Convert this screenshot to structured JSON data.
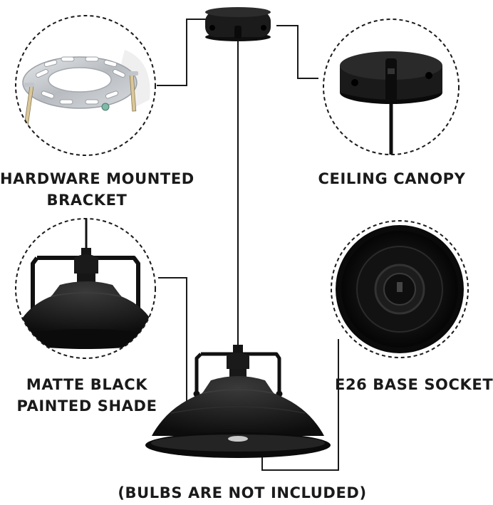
{
  "labels": {
    "bracket": [
      "HARDWARE MOUNTED",
      "BRACKET"
    ],
    "canopy": "CEILING CANOPY",
    "shade": [
      "MATTE BLACK",
      "PAINTED SHADE"
    ],
    "socket": "E26 BASE SOCKET",
    "note": "(BULBS ARE NOT INCLUDED)"
  },
  "colors": {
    "ink": "#1a1a1a",
    "lamp_black": "#141414",
    "bracket_metal": "#c9ccd0",
    "background": "#ffffff"
  },
  "icons": {
    "bracket": "mounting-bracket-icon",
    "canopy": "ceiling-canopy-icon",
    "shade": "lamp-shade-icon",
    "socket": "e26-socket-icon",
    "main_lamp": "pendant-lamp-icon"
  }
}
